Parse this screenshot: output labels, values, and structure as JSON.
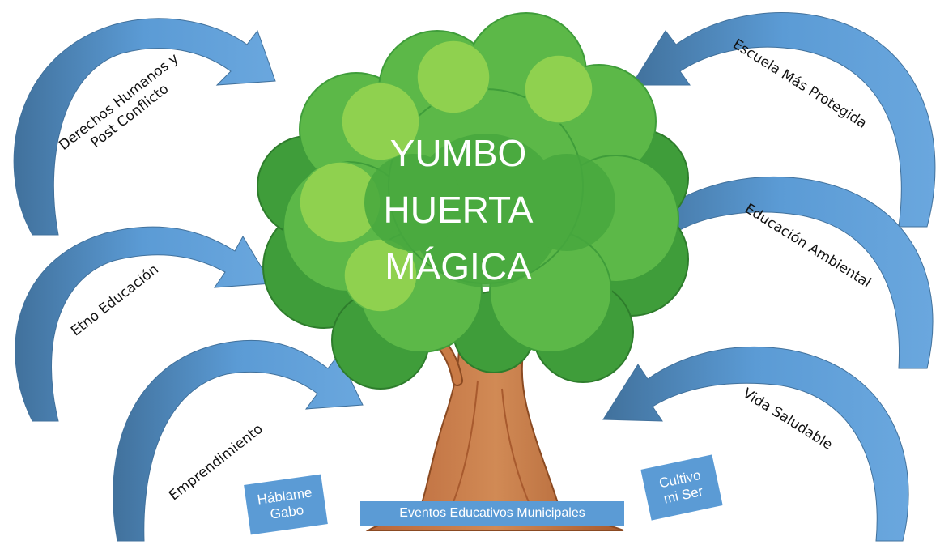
{
  "title": {
    "lines": [
      "YUMBO",
      "HUERTA",
      "MÁGICA"
    ]
  },
  "arrows": {
    "left": [
      {
        "label_lines": [
          "Derechos Humanos y",
          "Post Conflicto"
        ]
      },
      {
        "label_lines": [
          "Etno Educación"
        ]
      },
      {
        "label_lines": [
          "Emprendimiento"
        ]
      }
    ],
    "right": [
      {
        "label_lines": [
          "Escuela Más Protegida"
        ]
      },
      {
        "label_lines": [
          "Educación  Ambiental"
        ]
      },
      {
        "label_lines": [
          "Vida Saludable"
        ]
      }
    ]
  },
  "boxes": {
    "hablame": {
      "lines": [
        "Háblame",
        "Gabo"
      ]
    },
    "cultivo": {
      "lines": [
        "Cultivo",
        "mi Ser"
      ]
    },
    "eventos": {
      "label": "Eventos Educativos Municipales"
    }
  },
  "colors": {
    "arrow": "#5b9bd5",
    "arrow_dark": "#41719c",
    "box": "#5b9bd5",
    "foliage_light": "#8fd14f",
    "foliage_mid": "#5cb848",
    "foliage_dark": "#3f9d3a",
    "trunk": "#c97a45",
    "trunk_dark": "#8b4a22"
  }
}
